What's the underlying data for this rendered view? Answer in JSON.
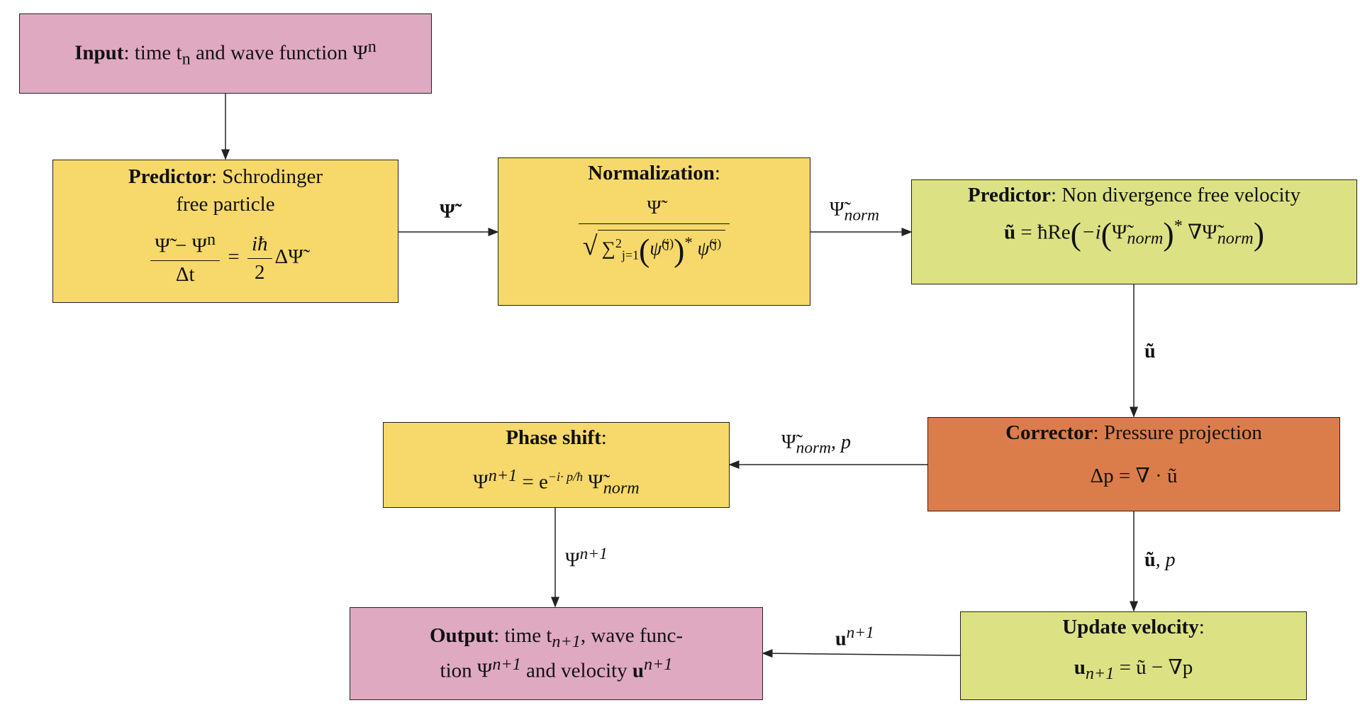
{
  "input": {
    "title": "Input",
    "text": ": time t",
    "sub": "n",
    "text2": " and wave function Ψ",
    "sup": "n"
  },
  "predictor1": {
    "title": "Predictor",
    "line1": ": Schrodinger",
    "line2": "free particle",
    "num": "Ψ̃ − Ψ",
    "num_sup": "n",
    "den": "Δt",
    "eq": "=",
    "rnum": "iħ",
    "rden": "2",
    "rhs": "ΔΨ̃"
  },
  "normalization": {
    "title": "Normalization",
    "colon": ":",
    "num": "Ψ̃",
    "den_sum": "∑",
    "den_sum_sup": "2",
    "den_sum_sub": "j=1",
    "den_body": "ψ̃",
    "den_sup1": "(j)",
    "den_star": "*",
    "den_body2": "ψ̃",
    "den_sup2": "(j)"
  },
  "predictor2": {
    "title": "Predictor",
    "line1": ": Non divergence free velocity",
    "lhs": "ũ",
    "eq": "= ħRe",
    "inner1": "−i",
    "psi": "Ψ̃",
    "psi_sub": "norm",
    "star": "*",
    "grad": "∇Ψ̃",
    "grad_sub": "norm"
  },
  "corrector": {
    "title": "Corrector",
    "line1": ": Pressure projection",
    "eq": "Δp = ∇ · ũ"
  },
  "phase": {
    "title": "Phase shift",
    "colon": ":",
    "lhs": "Ψ",
    "lhs_sup": "n+1",
    "eq": " = e",
    "exp": "−i· p/ħ",
    "psi": " Ψ̃",
    "psi_sub": "norm"
  },
  "update": {
    "title": "Update velocity",
    "colon": ":",
    "lhs": "u",
    "lhs_sub": "n+1",
    "eq": " = ũ − ∇p"
  },
  "output": {
    "title": "Output",
    "line1a": ": time t",
    "line1_sub": "n+1",
    "line1b": ", wave func-",
    "line2a": "tion Ψ",
    "line2_sup": "n+1",
    "line2b": " and velocity ",
    "line2c": "u",
    "line2_sup2": "n+1"
  },
  "edges": {
    "psi_tilde": "Ψ̃",
    "psi_norm": "Ψ̃",
    "psi_norm_sub": "norm",
    "u_tilde": "ũ",
    "phase_in": "Ψ̃",
    "phase_in_sub": "norm",
    "phase_in_p": ", p",
    "psi_next": "Ψ",
    "psi_next_sup": "n+1",
    "up_in": "ũ",
    "up_in_p": ", p",
    "u_next": "u",
    "u_next_sup": "n+1"
  }
}
